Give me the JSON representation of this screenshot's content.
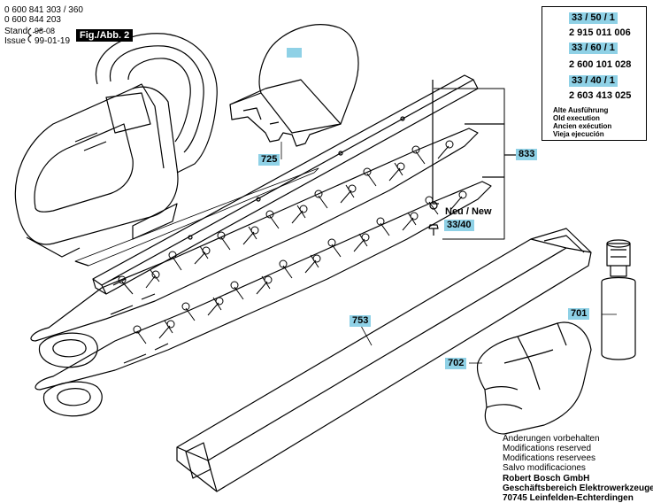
{
  "header": {
    "part_numbers": [
      "0 600 841 303 / 360",
      "0 600 844 203"
    ],
    "stand_label": "Stand",
    "issue_label": "Issue",
    "stand_date": "98-08",
    "issue_date": "99-01-19",
    "fig_label": "Fig./Abb. 2"
  },
  "callouts": {
    "part_725": "725",
    "part_833": "833",
    "part_753": "753",
    "part_701": "701",
    "part_702": "702",
    "neu_new": "Neu / New",
    "part_33_40": "33/40"
  },
  "legend": {
    "items": [
      {
        "ref": "33 / 50 / 1",
        "part_no": "2 915 011 006"
      },
      {
        "ref": "33 / 60 / 1",
        "part_no": "2 600 101 028"
      },
      {
        "ref": "33 / 40 / 1",
        "part_no": "2 603 413 025"
      }
    ],
    "notes": [
      "Alte Ausführung",
      "Old execution",
      "Ancien exécution",
      "Vieja ejecución"
    ]
  },
  "footer": {
    "notices": [
      "Änderungen vorbehalten",
      "Modifications reserved",
      "Modifications reservees",
      "Salvo modificaciones"
    ],
    "company": [
      "Robert Bosch GmbH",
      "Geschäftsbereich Elektrowerkzeuge",
      "70745 Leinfelden-Echterdingen"
    ]
  },
  "colors": {
    "callout_bg": "#8fd1e6",
    "line": "#000000"
  }
}
